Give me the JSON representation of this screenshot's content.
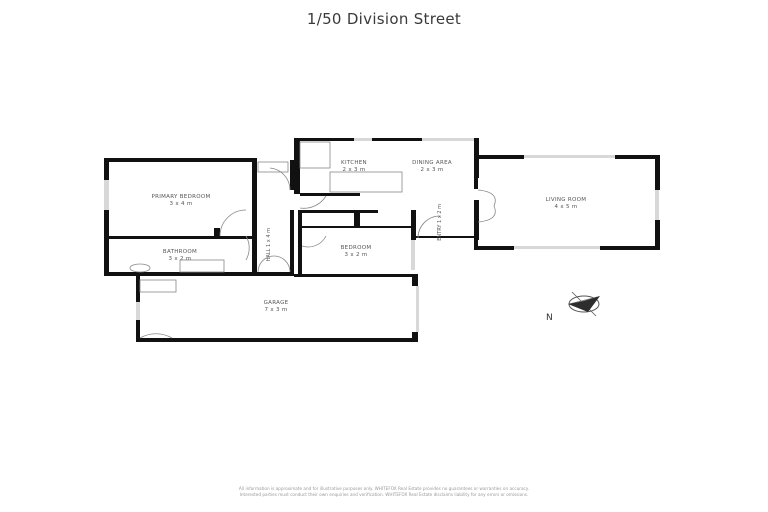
{
  "header": {
    "title": "1/50 Division Street"
  },
  "rooms": [
    {
      "name": "PRIMARY BEDROOM",
      "size": "3 x 4 m"
    },
    {
      "name": "BATHROOM",
      "size": "3 x 2 m"
    },
    {
      "name": "KITCHEN",
      "size": "2 x 3 m"
    },
    {
      "name": "DINING AREA",
      "size": "2 x 3 m"
    },
    {
      "name": "LIVING ROOM",
      "size": "4 x 5 m"
    },
    {
      "name": "BEDROOM",
      "size": "3 x 2 m"
    },
    {
      "name": "GARAGE",
      "size": "7 x 3 m"
    },
    {
      "name": "HALL",
      "size": "1 x 4 m"
    },
    {
      "name": "ENTRY",
      "size": "1 x 2 m"
    }
  ],
  "compass": {
    "label": "N"
  },
  "footer": {
    "disclaimer_line1": "All information is approximate and for illustrative purposes only. WHITEFOX Real Estate provides no guarantees or warranties on accuracy.",
    "disclaimer_line2": "Interested parties must conduct their own enquiries and verification. WHITEFOX Real Estate disclaims liability for any errors or omissions."
  },
  "colors": {
    "wall": "#111111",
    "window": "#cfcfcf",
    "line": "#888888"
  }
}
